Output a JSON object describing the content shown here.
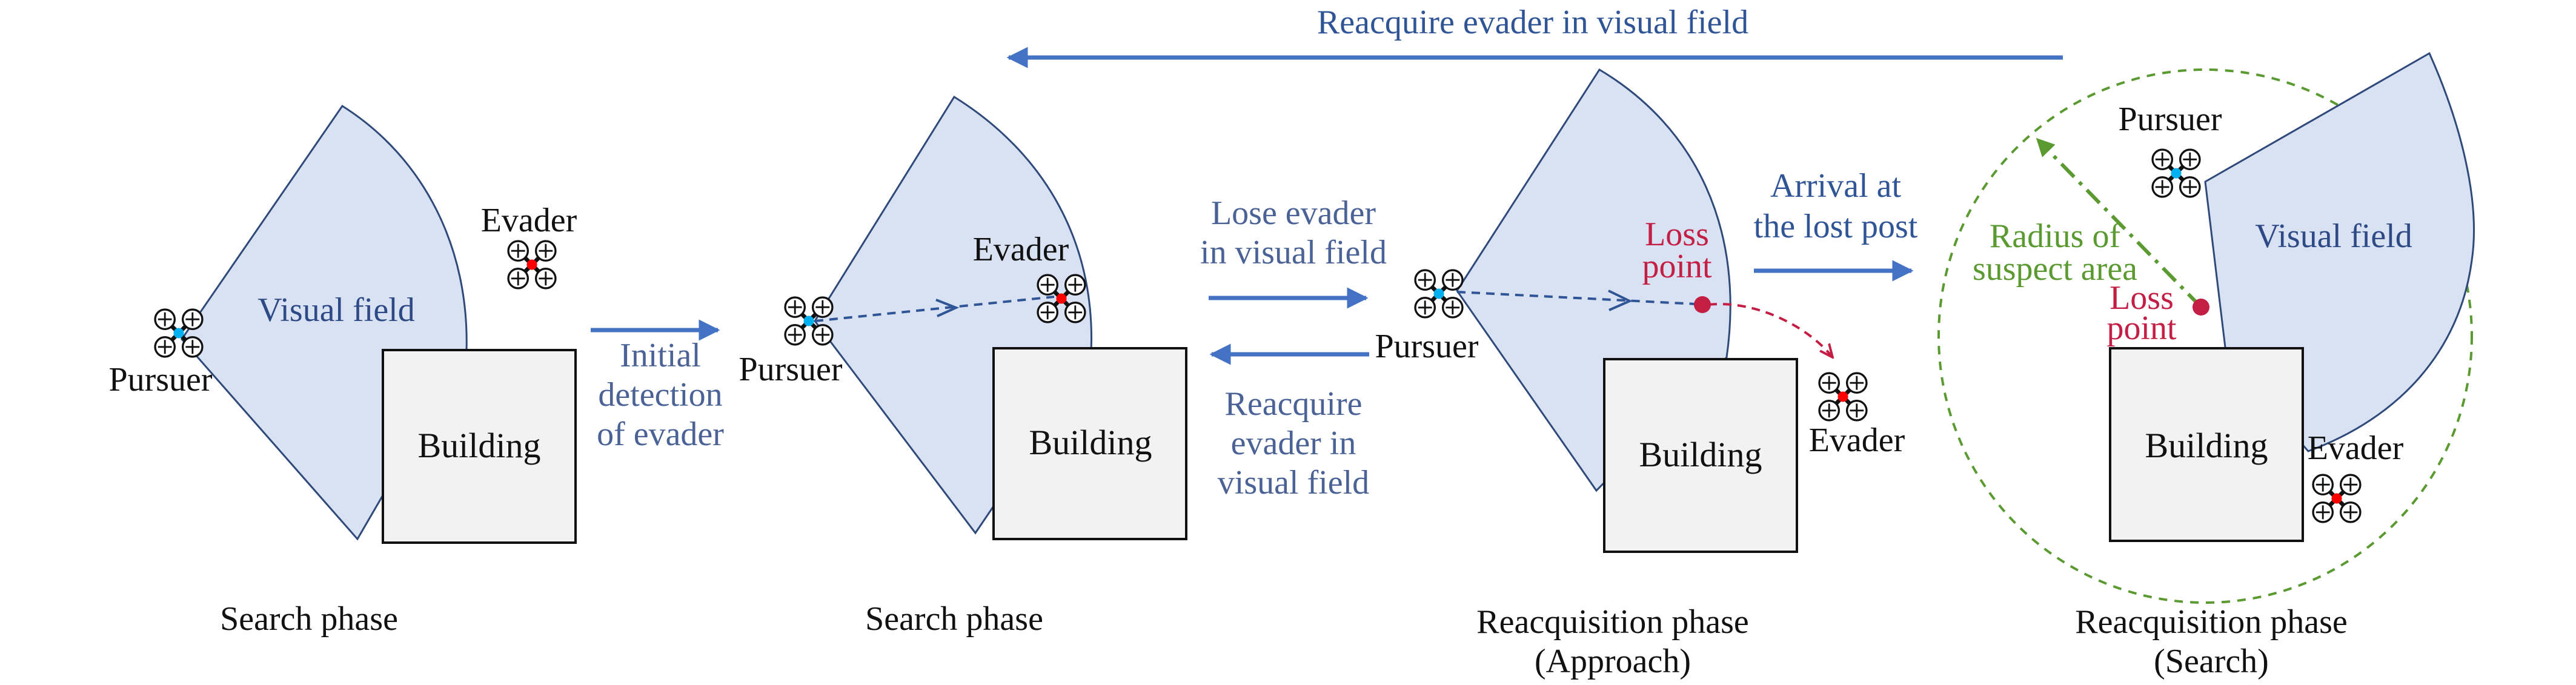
{
  "colors": {
    "field_fill": "#d9e2f3",
    "field_stroke": "#2f4a7a",
    "arrow_blue": "#4472c4",
    "loss_red": "#c41e44",
    "suspect_green": "#5a9a30",
    "building_fill": "#f2f2f2",
    "pursuer_dot": "#00b0f0",
    "evader_dot": "#ff0000"
  },
  "panel1": {
    "visual_field": "Visual field",
    "evader": "Evader",
    "pursuer": "Pursuer",
    "building": "Building",
    "caption": "Search phase"
  },
  "arrow1": {
    "line1": "Initial",
    "line2": "detection",
    "line3": "of evader"
  },
  "panel2": {
    "evader": "Evader",
    "pursuer": "Pursuer",
    "building": "Building",
    "caption": "Search phase"
  },
  "arrow2": {
    "lose_line1": "Lose evader",
    "lose_line2": "in visual field",
    "reacq_line1": "Reacquire",
    "reacq_line2": "evader in",
    "reacq_line3": "visual field"
  },
  "panel3": {
    "loss_line1": "Loss",
    "loss_line2": "point",
    "pursuer": "Pursuer",
    "building": "Building",
    "evader": "Evader",
    "caption_line1": "Reacquisition phase",
    "caption_line2": "(Approach)"
  },
  "arrow3": {
    "line1": "Arrival at",
    "line2": "the lost post"
  },
  "top_arrow": {
    "label": "Reacquire evader in visual field"
  },
  "panel4": {
    "pursuer": "Pursuer",
    "visual_field": "Visual field",
    "radius_line1": "Radius of",
    "radius_line2": "suspect area",
    "loss_line1": "Loss",
    "loss_line2": "point",
    "building": "Building",
    "evader": "Evader",
    "caption_line1": "Reacquisition phase",
    "caption_line2": "(Search)"
  }
}
